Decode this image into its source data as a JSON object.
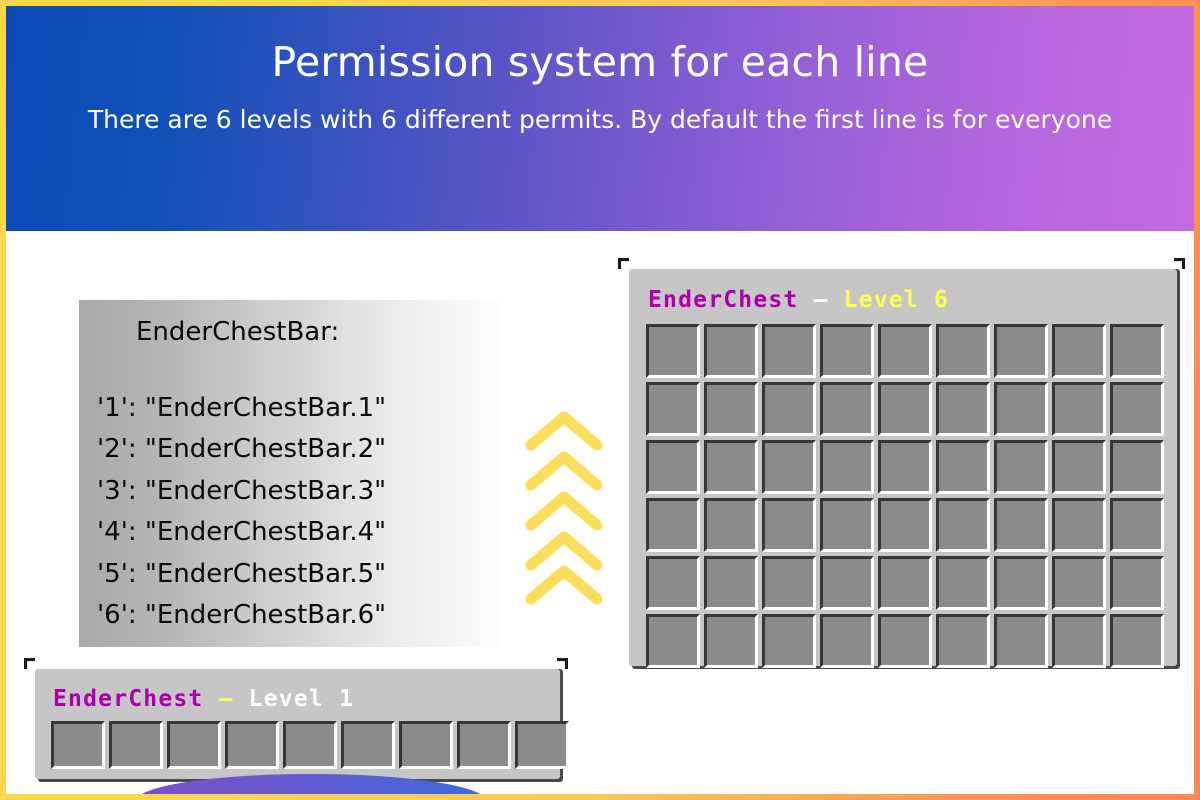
{
  "slide": {
    "border_gradient_from": "#F8D84A",
    "border_gradient_to": "#FC8A52",
    "background": "#FFFFFF"
  },
  "header": {
    "title": "Permission system for each line",
    "subtitle": "There are 6 levels with 6 different permits. By default the first line is for everyone",
    "gradient_from": "#0B49B5",
    "gradient_to": "#C46BE3",
    "text_color": "#FFFFFF"
  },
  "config": {
    "title": "EnderChestBar:",
    "lines": [
      "'1': \"EnderChestBar.1\"",
      "'2': \"EnderChestBar.2\"",
      "'3': \"EnderChestBar.3\"",
      "'4': \"EnderChestBar.4\"",
      "'5': \"EnderChestBar.5\"",
      "'6': \"EnderChestBar.6\""
    ],
    "background_from": "#A9A9A9",
    "background_to": "#FDFDFD",
    "text_color": "#0A0A0A"
  },
  "arrows": {
    "icon": "chevron-up-icon",
    "count": 5,
    "color": "#FADE5C",
    "direction": "up"
  },
  "gui_level6": {
    "name": "EnderChest",
    "separator": "–",
    "level_label": "Level 6",
    "name_color": "#AA00AA",
    "separator_color": "#FFFFFF",
    "level_color": "#FFFF55",
    "columns": 9,
    "rows": 6,
    "slot_count": 54,
    "panel_color": "#C6C6C6",
    "slot_color": "#8B8B8B"
  },
  "gui_level1": {
    "name": "EnderChest",
    "separator": "–",
    "level_label": "Level 1",
    "name_color": "#AA00AA",
    "separator_color": "#FFFF55",
    "level_color": "#FFFFFF",
    "columns": 9,
    "rows": 1,
    "slot_count": 9,
    "panel_color": "#C6C6C6",
    "slot_color": "#8B8B8B"
  },
  "decoration": {
    "arc_gradient_from": "#7B52C4",
    "arc_gradient_to": "#3E6BDC"
  }
}
